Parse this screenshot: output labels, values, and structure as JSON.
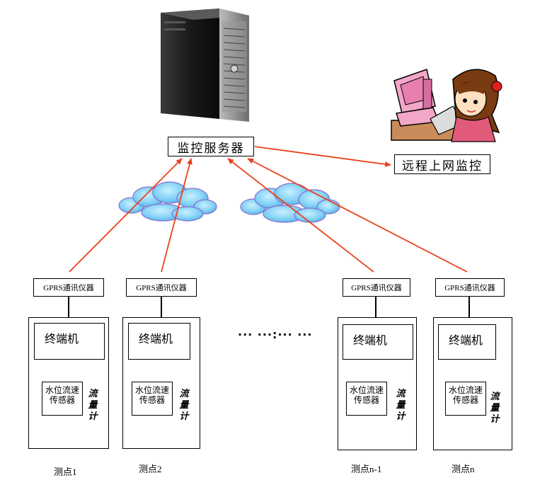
{
  "server": {
    "label": "监控服务器",
    "icon": "server-tower-icon"
  },
  "remote": {
    "label": "远程上网监控",
    "icon": "person-at-computer-icon"
  },
  "clouds": {
    "icon": "cloud-icon",
    "color": "#7fd0f5"
  },
  "arrow_color": "#e8431e",
  "ellipsis": "··· ···:··· ···",
  "stations": [
    {
      "gprs": "GPRS通讯仪器",
      "terminal": "终端机",
      "sensor_line1": "水位流速",
      "sensor_line2": "传感器",
      "flowmeter": "流量计",
      "caption": "测点1"
    },
    {
      "gprs": "GPRS通讯仪器",
      "terminal": "终端机",
      "sensor_line1": "水位流速",
      "sensor_line2": "传感器",
      "flowmeter": "流量计",
      "caption": "测点2"
    },
    {
      "gprs": "GPRS通讯仪器",
      "terminal": "终端机",
      "sensor_line1": "水位流速",
      "sensor_line2": "传感器",
      "flowmeter": "流量计",
      "caption": "测点n-1"
    },
    {
      "gprs": "GPRS通讯仪器",
      "terminal": "终端机",
      "sensor_line1": "水位流速",
      "sensor_line2": "传感器",
      "flowmeter": "流量计",
      "caption": "测点n"
    }
  ]
}
